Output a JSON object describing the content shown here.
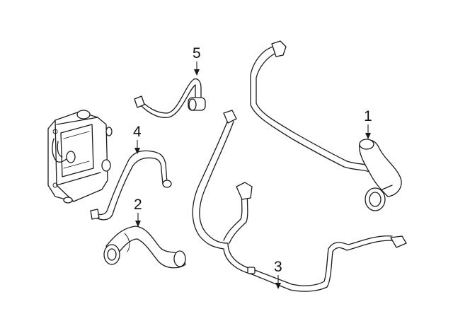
{
  "callouts": {
    "c1": "1",
    "c2": "2",
    "c3": "3",
    "c4": "4",
    "c5": "5"
  },
  "colors": {
    "line": "#1a1a1a",
    "background": "#ffffff"
  }
}
